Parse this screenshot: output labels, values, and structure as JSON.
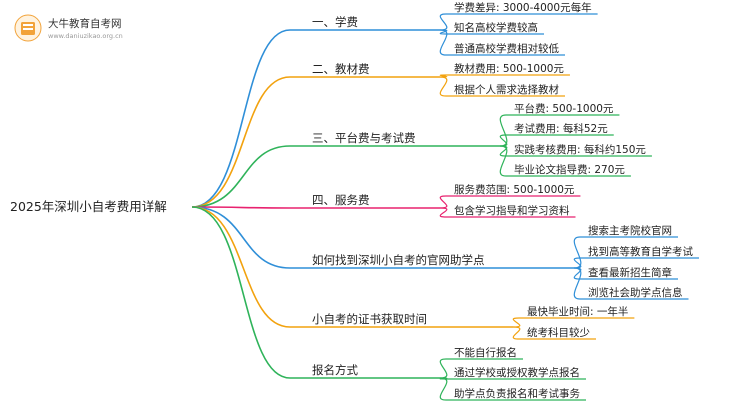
{
  "logo": {
    "title": "大牛教育自考网",
    "url": "www.daniuzikao.org.cn",
    "accent": "#f2a33a"
  },
  "root": "2025年深圳小自考费用详解",
  "branches": [
    {
      "label": "一、学费",
      "color": "#2f8fd8",
      "children": [
        "学费差异: 3000-4000元每年",
        "知名高校学费较高",
        "普通高校学费相对较低"
      ]
    },
    {
      "label": "二、教材费",
      "color": "#f2a20e",
      "children": [
        "教材费用: 500-1000元",
        "根据个人需求选择教材"
      ]
    },
    {
      "label": "三、平台费与考试费",
      "color": "#2fb35a",
      "children": [
        "平台费: 500-1000元",
        "考试费用: 每科52元",
        "实践考核费用: 每科约150元",
        "毕业论文指导费: 270元"
      ]
    },
    {
      "label": "四、服务费",
      "color": "#e8226f",
      "children": [
        "服务费范围: 500-1000元",
        "包含学习指导和学习资料"
      ]
    },
    {
      "label": "如何找到深圳小自考的官网助学点",
      "color": "#2f8fd8",
      "children": [
        "搜索主考院校官网",
        "找到高等教育自学考试",
        "查看最新招生简章",
        "浏览社会助学点信息"
      ]
    },
    {
      "label": "小自考的证书获取时间",
      "color": "#f2a20e",
      "children": [
        "最快毕业时间: 一年半",
        "统考科目较少"
      ]
    },
    {
      "label": "报名方式",
      "color": "#2fb35a",
      "children": [
        "不能自行报名",
        "通过学校或授权教学点报名",
        "助学点负责报名和考试事务"
      ]
    }
  ]
}
